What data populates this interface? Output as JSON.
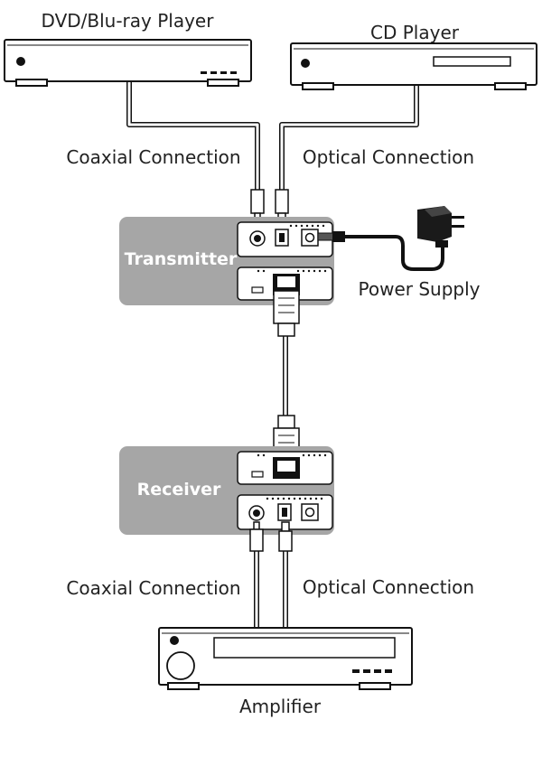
{
  "devices": {
    "dvd_player": "DVD/Blu-ray Player",
    "cd_player": "CD Player",
    "transmitter": "Transmitter",
    "power_supply": "Power Supply",
    "receiver": "Receiver",
    "amplifier": "Amplifier"
  },
  "connections": {
    "top_coaxial": "Coaxial Connection",
    "top_optical": "Optical Connection",
    "bottom_coaxial": "Coaxial Connection",
    "bottom_optical": "Optical Connection"
  },
  "colors": {
    "unit_gray": "#a6a6a6",
    "line": "#111111"
  }
}
